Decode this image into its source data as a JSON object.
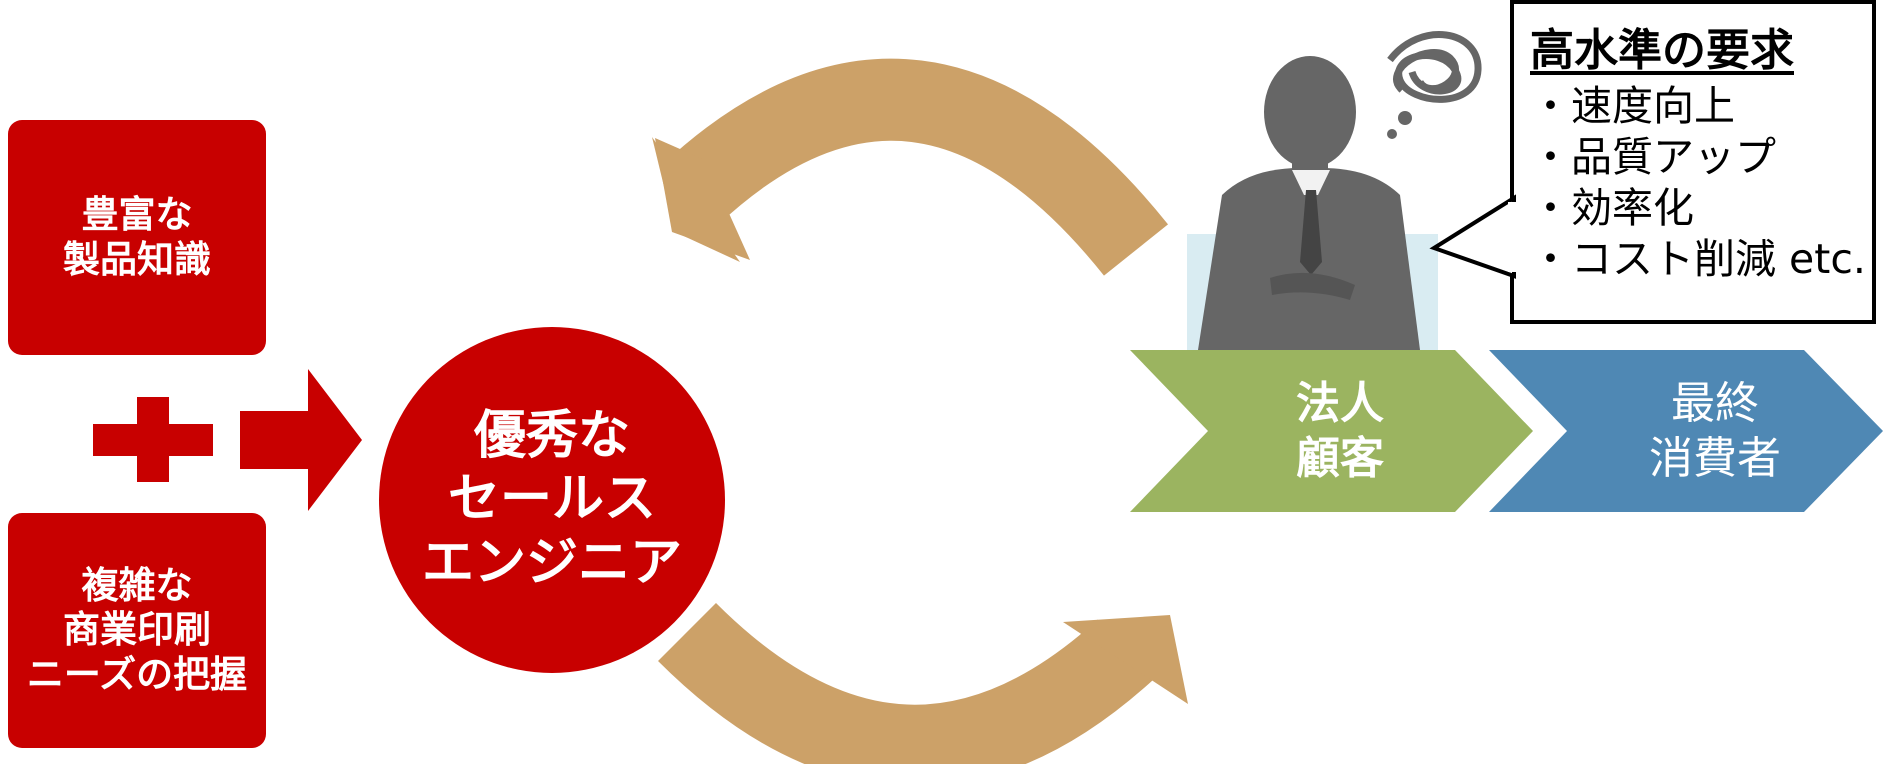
{
  "left_boxes": {
    "top": [
      "豊富な",
      "製品知識"
    ],
    "bottom": [
      "複雑な",
      "商業印刷",
      "ニーズの把握"
    ]
  },
  "center_circle": [
    "優秀な",
    "セールス",
    "エンジニア"
  ],
  "chevrons": {
    "corporate": [
      "法人",
      "顧客"
    ],
    "consumer": [
      "最終",
      "消費者"
    ]
  },
  "callout": {
    "title": "高水準の要求",
    "items": [
      "・速度向上",
      "・品質アップ",
      "・効率化",
      "・コスト削減 etc."
    ]
  },
  "colors": {
    "red": "#c80000",
    "tan_arrow": "#cca168",
    "green_chevron": "#9bb460",
    "blue_chevron": "#4f88b4",
    "silhouette": "#666666",
    "panel_light_blue": "#d9ecf2"
  }
}
